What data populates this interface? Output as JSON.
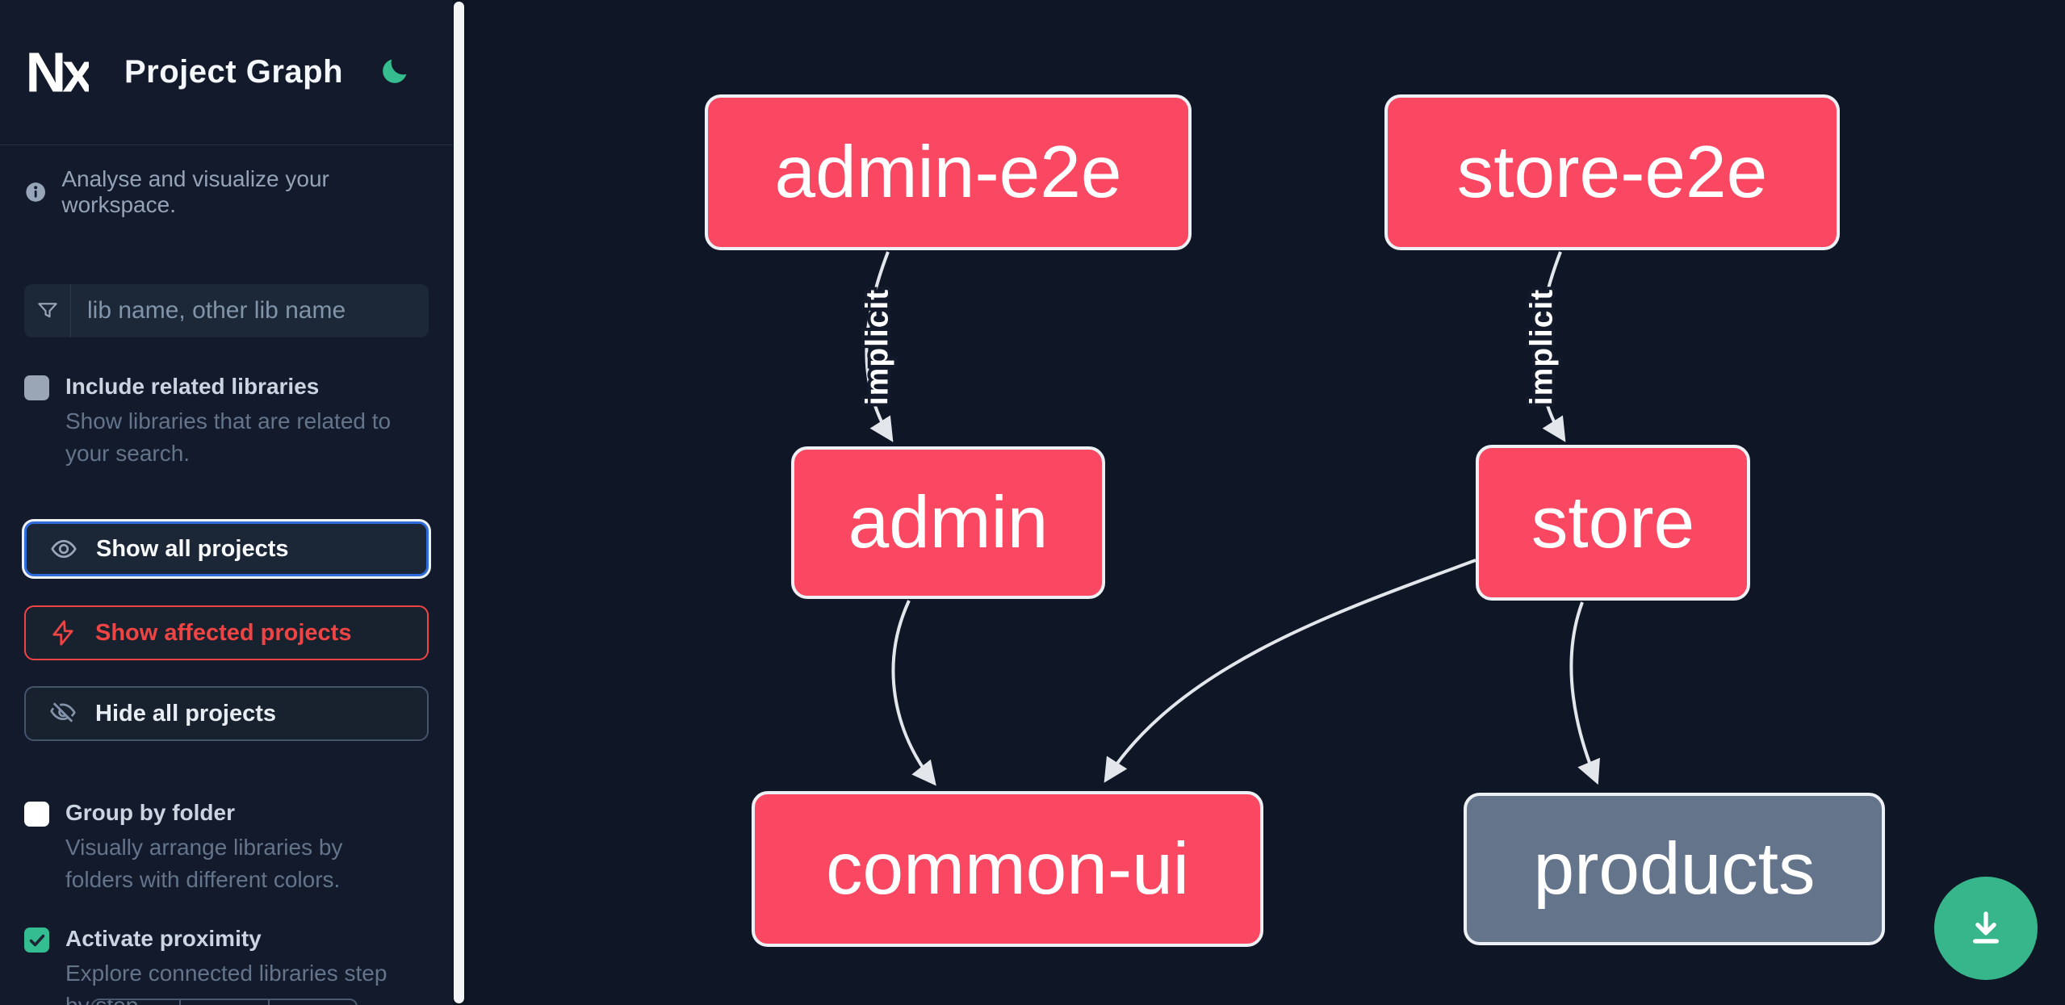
{
  "header": {
    "title": "Project Graph",
    "logo_text": "Nx"
  },
  "sidebar": {
    "tagline": "Analyse and visualize your workspace.",
    "search": {
      "placeholder": "lib name, other lib name"
    },
    "include_related": {
      "label": "Include related libraries",
      "description": "Show libraries that are related to your search.",
      "checked": false
    },
    "actions": {
      "show_all": {
        "label": "Show all projects",
        "focused": true
      },
      "show_affected": {
        "label": "Show affected projects"
      },
      "hide_all": {
        "label": "Hide all projects"
      }
    },
    "group_by_folder": {
      "label": "Group by folder",
      "description": "Visually arrange libraries by folders with different colors.",
      "checked": false
    },
    "activate_proximity": {
      "label": "Activate proximity",
      "description": "Explore connected libraries step by step.",
      "checked": true
    }
  },
  "graph": {
    "nodes": [
      {
        "id": "admin-e2e",
        "label": "admin-e2e",
        "color": "#fb4862"
      },
      {
        "id": "store-e2e",
        "label": "store-e2e",
        "color": "#fb4862"
      },
      {
        "id": "admin",
        "label": "admin",
        "color": "#fb4862"
      },
      {
        "id": "store",
        "label": "store",
        "color": "#fb4862"
      },
      {
        "id": "common-ui",
        "label": "common-ui",
        "color": "#fb4862"
      },
      {
        "id": "products",
        "label": "products",
        "color": "#64748b"
      }
    ],
    "edges": [
      {
        "source": "admin-e2e",
        "target": "admin",
        "label": "implicit"
      },
      {
        "source": "store-e2e",
        "target": "store",
        "label": "implicit"
      },
      {
        "source": "admin",
        "target": "common-ui",
        "label": ""
      },
      {
        "source": "store",
        "target": "common-ui",
        "label": ""
      },
      {
        "source": "store",
        "target": "products",
        "label": ""
      }
    ]
  },
  "colors": {
    "node_affected": "#fb4862",
    "node_default": "#64748b",
    "accent_green": "#35bd92",
    "focus_blue": "#2e6bdb",
    "danger_red": "#ef4444",
    "edge": "#e3e7ec"
  }
}
